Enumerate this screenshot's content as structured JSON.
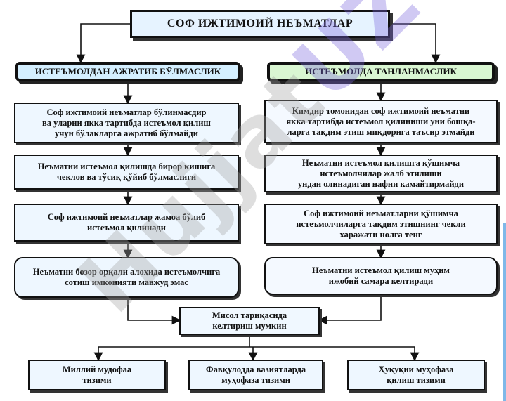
{
  "title": "СОФ  ИЖТИМОИЙ  НЕЪМАТЛАР",
  "branches": {
    "left": "ИСТЕЪМОЛДАН АЖРАТИБ БЎЛМАСЛИК",
    "right": "ИСТЕЪМОЛДА ТАНЛАНМАСЛИК"
  },
  "left_boxes": [
    "Соф ижтимоий неъматлар бўлинмасдир\nва уларни якка тартибда истеъмол қилиш\nучун бўлакларга ажратиб бўлмайди",
    "Неъматни истеъмол қилишда бирор кишига\nчеклов ва тўсиқ қўйиб бўлмаслиги",
    "Соф ижтимоий неъматлар жамоа бўлиб\nистеъмол қилинади",
    "Неъматни бозор орқали алоҳида истеъмолчига\nсотиш имконияти мавжуд эмас"
  ],
  "right_boxes": [
    "Кимдир томонидан соф ижтимоий неъматни\nякка тартибда истеъмол қилиниши уни бошқа-\nларга тақдим этиш миқдорига таъсир этмайди",
    "Неъматни истеъмол қилишга қўшимча\nистеъмолчилар жалб этилиши\nундан олинадиган нафни камайтирмайди",
    "Соф ижтимоий неъматларни қўшимча\nистеъмолчиларга тақдим этишнинг чекли\nхаражати нолга тенг",
    "Неъматни истеъмол қилиш муҳим\nижобий самара келтиради"
  ],
  "middle": "Мисол тариқасида\nкелтириш мумкин",
  "examples": [
    "Миллий мудофаа\nтизими",
    "Фавқулодда вазиятларда\nмуҳофаза тизими",
    "Ҳуқуқни муҳофаза\nқилиш тизими"
  ],
  "watermark": {
    "text_gray": "Hujjat",
    "text_accent": "UZ"
  }
}
